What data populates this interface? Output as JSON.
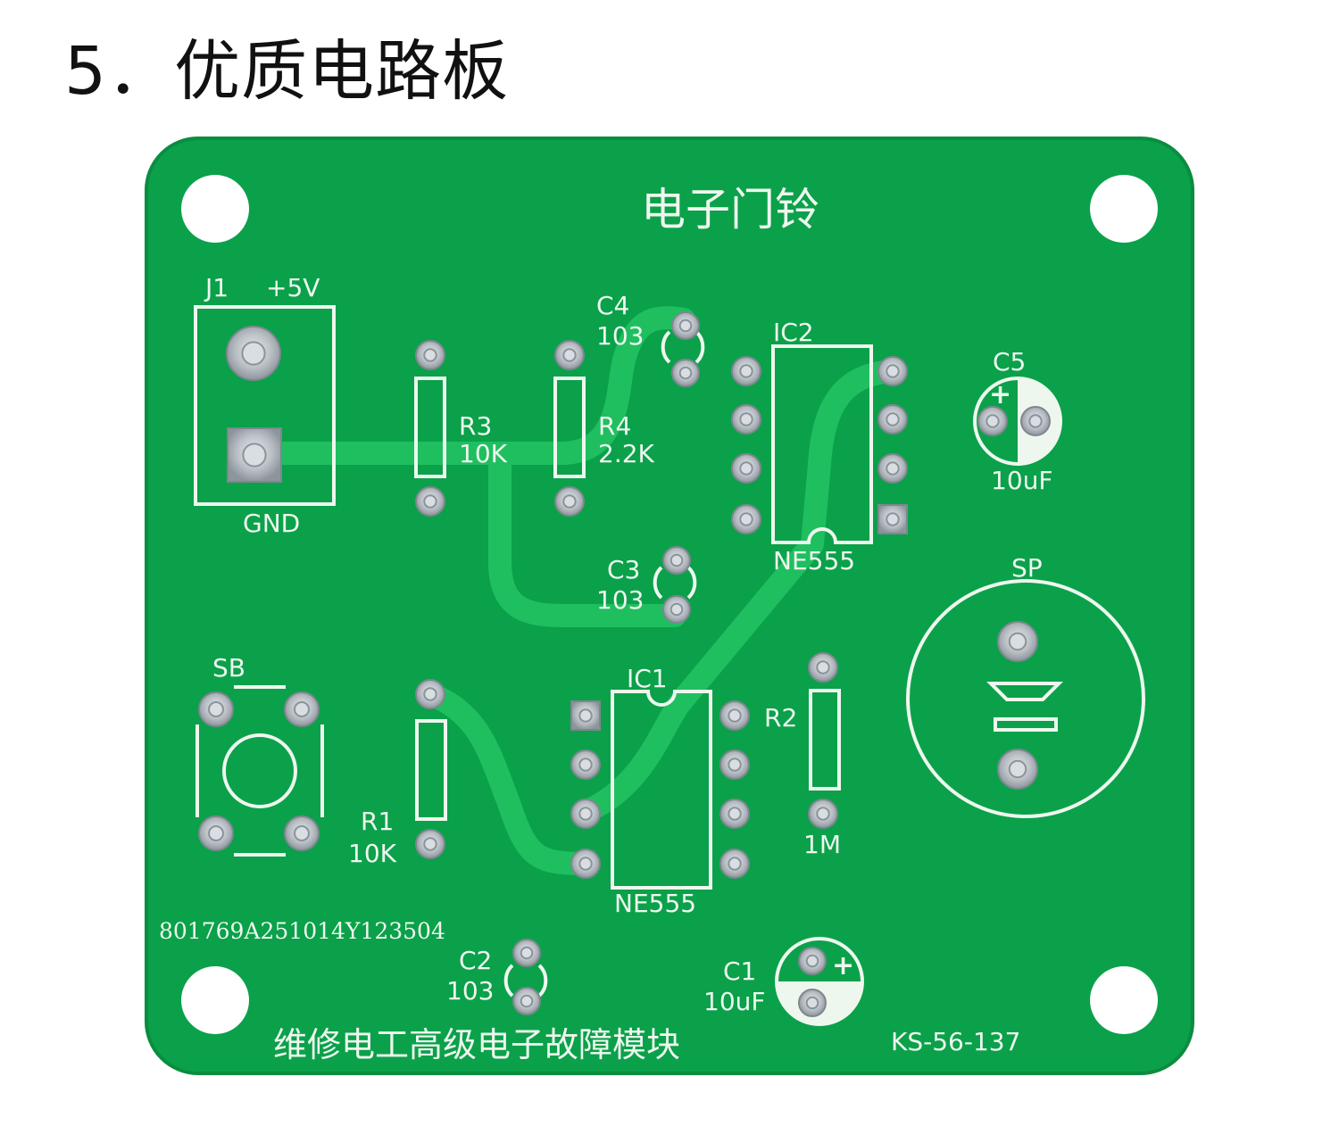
{
  "heading": "5．优质电路板",
  "board": {
    "title": "电子门铃",
    "footer": "维修电工高级电子故障模块",
    "part_code": "KS-56-137",
    "serial": "801769A251014Y123504",
    "colors": {
      "board": "#0aa14a",
      "board_edge": "#0b8c40",
      "trace": "#1fbf5f",
      "silkscreen": "#eef7ee",
      "pad": "#b9bfc5"
    },
    "labels": {
      "j1": "J1",
      "plus5v": "+5V",
      "gnd": "GND",
      "r3": "R3",
      "r3_val": "10K",
      "r4": "R4",
      "r4_val": "2.2K",
      "c4": "C4",
      "c4_val": "103",
      "ic2": "IC2",
      "ic2_val": "NE555",
      "c5": "C5",
      "c5_val": "10uF",
      "c3": "C3",
      "c3_val": "103",
      "sp": "SP",
      "sb": "SB",
      "ic1": "IC1",
      "ic1_val": "NE555",
      "r2": "R2",
      "r2_val": "1M",
      "r1": "R1",
      "r1_val": "10K",
      "c2": "C2",
      "c2_val": "103",
      "c1": "C1",
      "c1_val": "10uF",
      "plus": "+"
    }
  }
}
